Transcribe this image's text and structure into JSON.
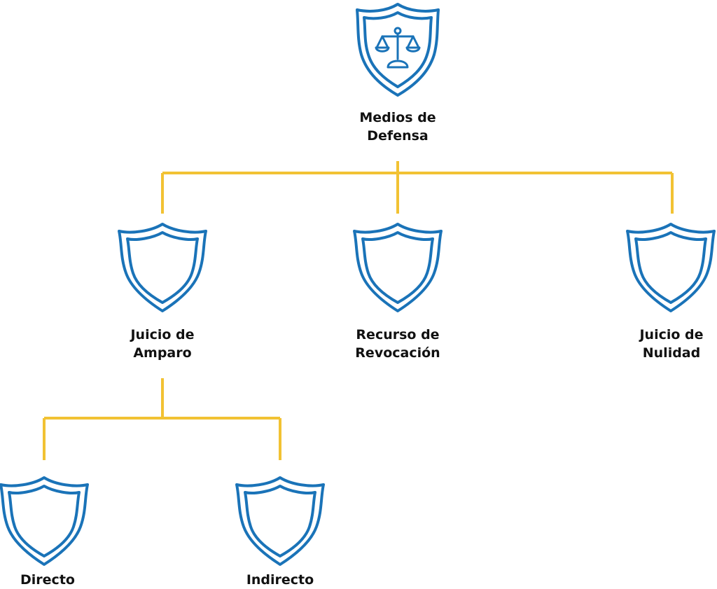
{
  "colors": {
    "shield": "#1a73b8",
    "connector": "#f2c233",
    "text": "#111111"
  },
  "root": {
    "icon": "scales-of-justice-icon",
    "label_lines": [
      "Medios de",
      "Defensa"
    ]
  },
  "level1": [
    {
      "id": "juicio-de-amparo",
      "label_lines": [
        "Juicio de",
        "Amparo"
      ]
    },
    {
      "id": "recurso-de-revocacion",
      "label_lines": [
        "Recurso de",
        "Revocación"
      ]
    },
    {
      "id": "juicio-de-nulidad",
      "label_lines": [
        "Juicio de",
        "Nulidad"
      ]
    }
  ],
  "level2": [
    {
      "id": "directo",
      "label_lines": [
        "Directo"
      ]
    },
    {
      "id": "indirecto",
      "label_lines": [
        "Indirecto"
      ]
    }
  ]
}
